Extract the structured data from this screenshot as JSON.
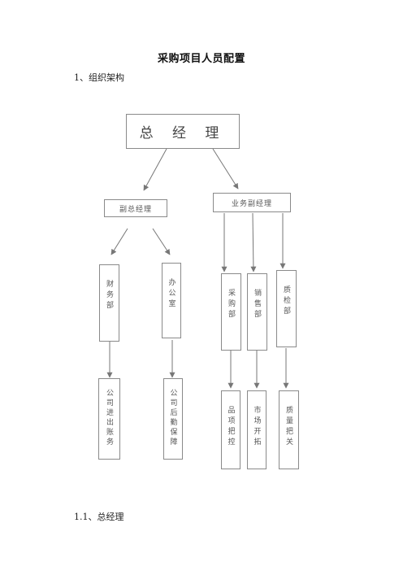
{
  "document": {
    "title": "采购项目人员配置",
    "section_1": "1、组织架构",
    "section_1_1": "1.1、总经理"
  },
  "org_chart": {
    "root": "总 经 理",
    "deputies": [
      "副总经理",
      "业务副经理"
    ],
    "departments": [
      "财务部",
      "办公室",
      "采购部",
      "销售部",
      "质检部"
    ],
    "duties": [
      "公司进出账务",
      "公司后勤保障",
      "品项把控",
      "市场开拓",
      "质量把关"
    ]
  }
}
